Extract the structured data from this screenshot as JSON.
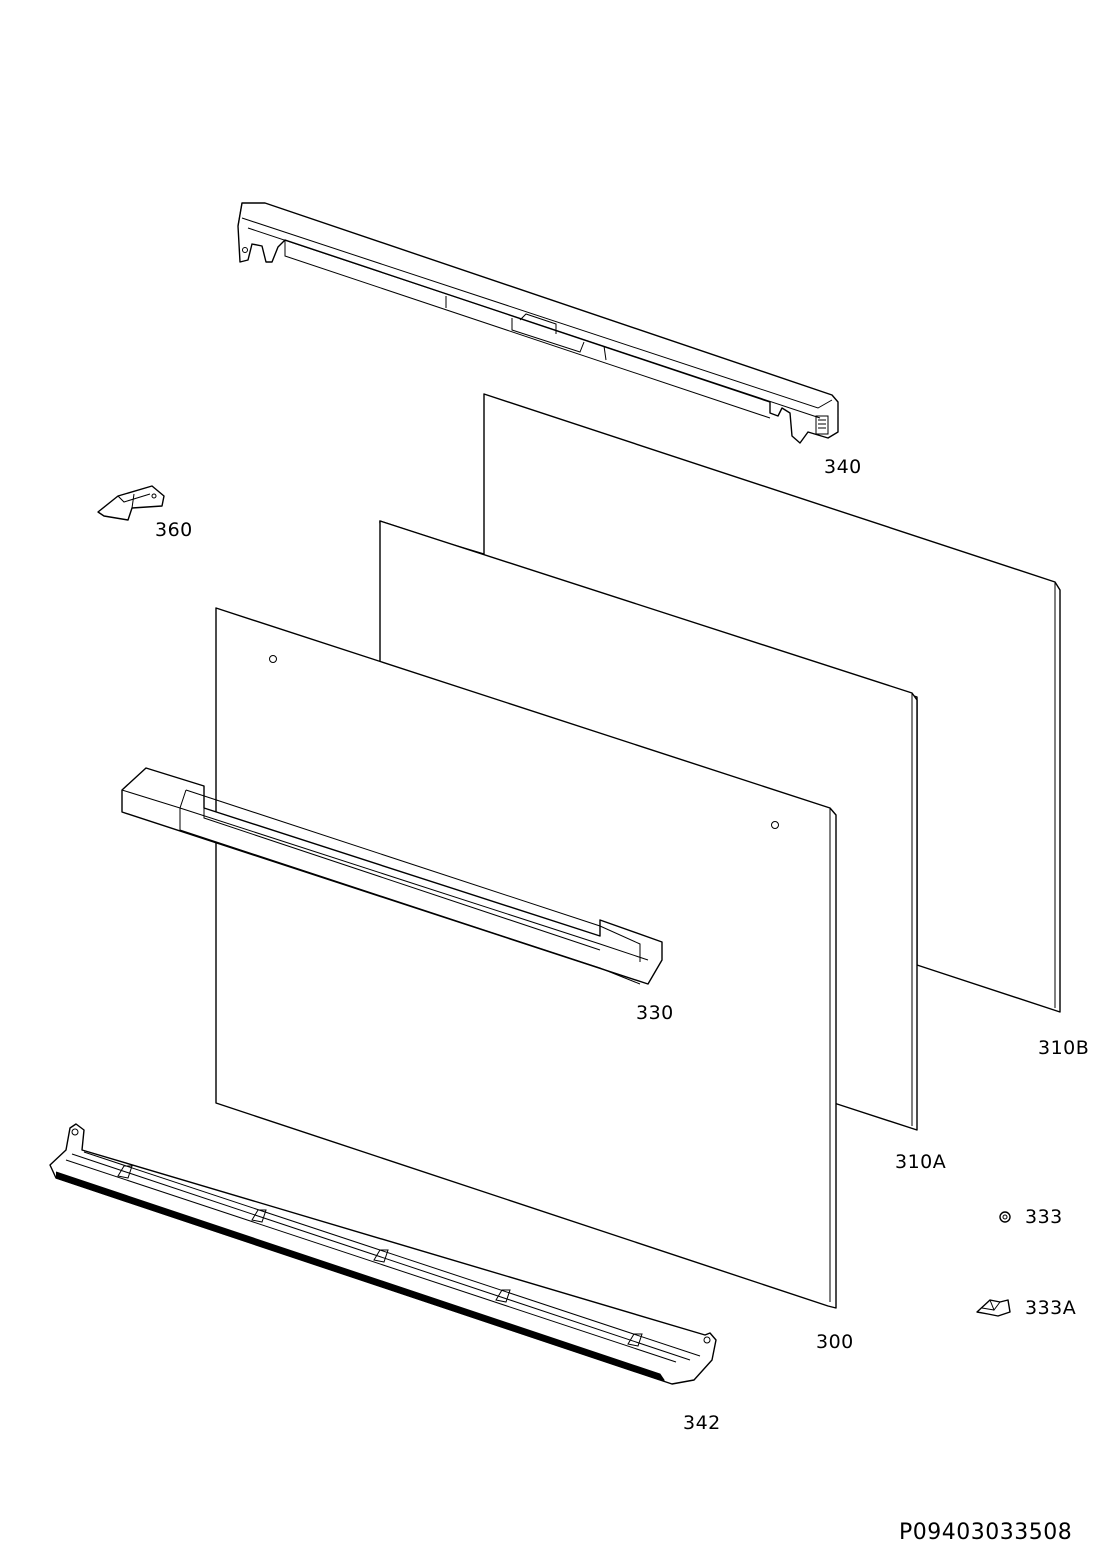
{
  "parts": [
    {
      "id": "top-trim",
      "label": "340"
    },
    {
      "id": "hinge-clip",
      "label": "360"
    },
    {
      "id": "inner-glass",
      "label": "310B"
    },
    {
      "id": "middle-glass",
      "label": "310A"
    },
    {
      "id": "front-glass",
      "label": "300"
    },
    {
      "id": "handle",
      "label": "330"
    },
    {
      "id": "bottom-trim",
      "label": "342"
    },
    {
      "id": "washer",
      "label": "333"
    },
    {
      "id": "bracket",
      "label": "333A"
    }
  ],
  "document_id": "P09403033508"
}
